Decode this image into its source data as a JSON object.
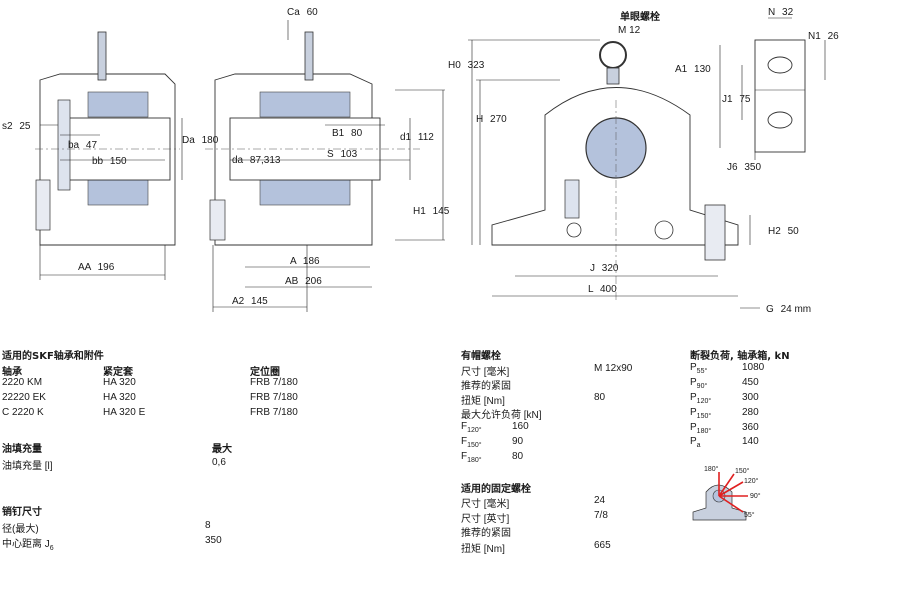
{
  "drawing": {
    "left_view": {
      "s2": "s2",
      "s2_val": "25",
      "ba": "ba",
      "ba_val": "47",
      "bb": "bb",
      "bb_val": "150",
      "Da": "Da",
      "Da_val": "180",
      "AA": "AA",
      "AA_val": "196"
    },
    "mid_view": {
      "Ca": "Ca",
      "Ca_val": "60",
      "B1": "B1",
      "B1_val": "80",
      "da": "da",
      "da_val": "87,313",
      "S": "S",
      "S_val": "103",
      "d1": "d1",
      "d1_val": "112",
      "H1": "H1",
      "H1_val": "145",
      "A": "A",
      "A_val": "186",
      "AB": "AB",
      "AB_val": "206",
      "A2": "A2",
      "A2_val": "145"
    },
    "front_view": {
      "eye_bolt": "单眼螺栓",
      "eye_bolt_size": "M 12",
      "H0": "H0",
      "H0_val": "323",
      "H": "H",
      "H_val": "270",
      "J": "J",
      "J_val": "320",
      "L": "L",
      "L_val": "400",
      "H2": "H2",
      "H2_val": "50",
      "G": "G",
      "G_val": "24 mm"
    },
    "top_view": {
      "N": "N",
      "N_val": "32",
      "N1": "N1",
      "N1_val": "26",
      "A1": "A1",
      "A1_val": "130",
      "J1": "J1",
      "J1_val": "75",
      "J6": "J6",
      "J6_val": "350"
    }
  },
  "accessories": {
    "heading": "适用的SKF轴承和附件",
    "col_bearing": "轴承",
    "col_sleeve": "紧定套",
    "col_ring": "定位圈",
    "rows": [
      {
        "bearing": "2220 KM",
        "sleeve": "HA 320",
        "ring": "FRB 7/180"
      },
      {
        "bearing": "22220 EK",
        "sleeve": "HA 320",
        "ring": "FRB 7/180"
      },
      {
        "bearing": "C 2220 K",
        "sleeve": "HA 320 E",
        "ring": "FRB 7/180"
      }
    ]
  },
  "grease": {
    "heading": "油填充量",
    "col_max": "最大",
    "label": "油填充量 [l]",
    "value": "0,6"
  },
  "dowel": {
    "heading": "销钉尺寸",
    "rows": [
      {
        "label": "径(最大)",
        "value": "8"
      },
      {
        "label": "中心距离 J",
        "sub": "6",
        "value": "350"
      }
    ]
  },
  "cap_bolt": {
    "heading": "有帽螺栓",
    "rows": [
      {
        "label": "尺寸 [毫米]",
        "value": "M 12x90"
      },
      {
        "label": "推荐的紧固",
        "value": ""
      },
      {
        "label": "扭矩 [Nm]",
        "value": "80"
      },
      {
        "label": "最大允许负荷 [kN]",
        "value": ""
      }
    ],
    "loads": [
      {
        "sym": "F",
        "sub": "120°",
        "value": "160"
      },
      {
        "sym": "F",
        "sub": "150°",
        "value": "90"
      },
      {
        "sym": "F",
        "sub": "180°",
        "value": "80"
      }
    ]
  },
  "fixing_bolt": {
    "heading": "适用的固定螺栓",
    "rows": [
      {
        "label": "尺寸 [毫米]",
        "value": "24"
      },
      {
        "label": "尺寸 [英寸]",
        "value": "7/8"
      },
      {
        "label": "推荐的紧固",
        "value": ""
      },
      {
        "label": "扭矩 [Nm]",
        "value": "665"
      }
    ]
  },
  "breaking": {
    "heading": "断裂负荷, 轴承箱, kN",
    "rows": [
      {
        "sym": "P",
        "sub": "55°",
        "value": "1080"
      },
      {
        "sym": "P",
        "sub": "90°",
        "value": "450"
      },
      {
        "sym": "P",
        "sub": "120°",
        "value": "300"
      },
      {
        "sym": "P",
        "sub": "150°",
        "value": "280"
      },
      {
        "sym": "P",
        "sub": "180°",
        "value": "360"
      },
      {
        "sym": "P",
        "sub": "a",
        "value": "140"
      }
    ],
    "angles": [
      "180°",
      "150°",
      "120°",
      "90°",
      "55°"
    ]
  },
  "colors": {
    "housing_fill": "#c8d0de",
    "bearing_blue": "#b4c2dc",
    "arrow_red": "#e02020",
    "line": "#222222"
  }
}
